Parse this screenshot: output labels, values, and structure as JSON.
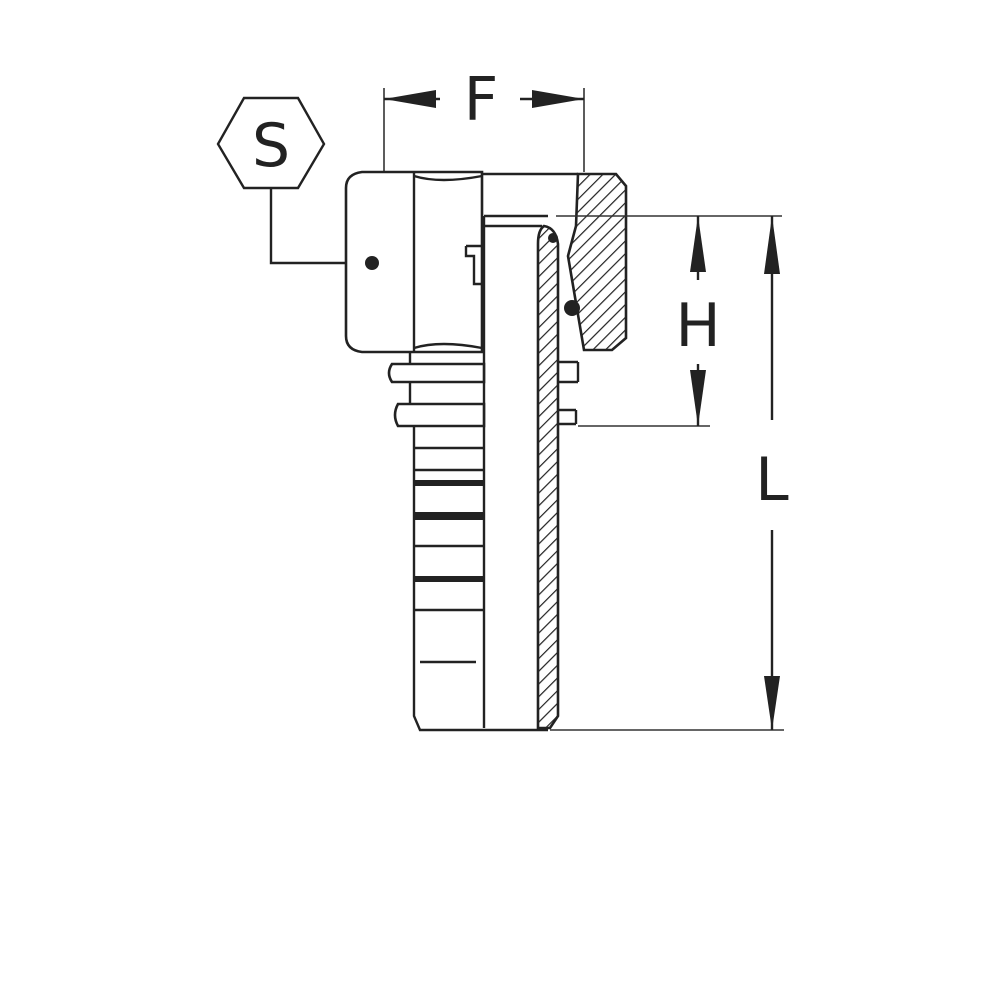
{
  "drawing": {
    "labels": {
      "wrench_size": "S",
      "across_flats": "F",
      "thread_depth": "H",
      "overall_length": "L"
    },
    "colors": {
      "line": "#222222",
      "background": "#ffffff"
    }
  }
}
